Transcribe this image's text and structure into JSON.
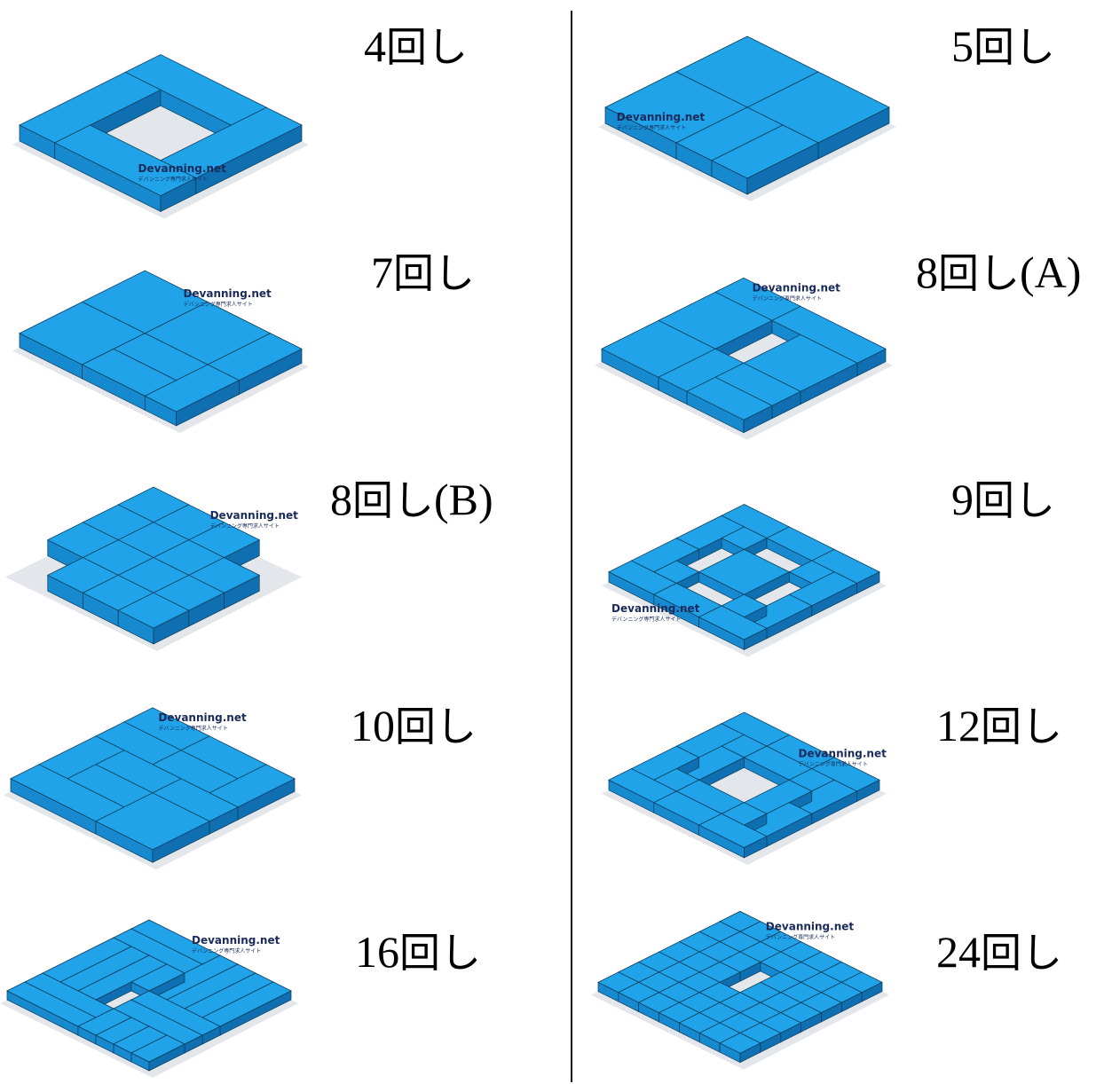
{
  "colors": {
    "top": "#20a3e8",
    "left": "#1689cf",
    "right": "#0f6fb0",
    "edge": "#0b3e5e",
    "shadow": "#e3e6ea",
    "watermark": "#1a2a5a"
  },
  "watermark": {
    "title": "Devanning.net",
    "sub": "デバンニング専門求人サイト"
  },
  "patterns": [
    {
      "id": "p4",
      "label": {
        "num": "4",
        "kanji": "回し",
        "suffix": ""
      },
      "w": 4,
      "d": 4,
      "boxes": [
        [
          0,
          0,
          3,
          1
        ],
        [
          3,
          0,
          1,
          3
        ],
        [
          1,
          3,
          3,
          1
        ],
        [
          0,
          1,
          1,
          3
        ]
      ]
    },
    {
      "id": "p5",
      "label": {
        "num": "5",
        "kanji": "回し",
        "suffix": ""
      },
      "w": 4,
      "d": 4,
      "boxes": [
        [
          0,
          0,
          2,
          2
        ],
        [
          2,
          0,
          2,
          2
        ],
        [
          0,
          2,
          2,
          2
        ],
        [
          2,
          2,
          1,
          2
        ],
        [
          3,
          2,
          1,
          2
        ]
      ]
    },
    {
      "id": "p7",
      "label": {
        "num": "7",
        "kanji": "回し",
        "suffix": ""
      },
      "w": 5,
      "d": 4,
      "boxes": [
        [
          0,
          0,
          2,
          2
        ],
        [
          2,
          0,
          2,
          2
        ],
        [
          4,
          0,
          1,
          2
        ],
        [
          0,
          2,
          2,
          2
        ],
        [
          2,
          2,
          2,
          1
        ],
        [
          2,
          3,
          2,
          1
        ],
        [
          4,
          2,
          1,
          2
        ]
      ]
    },
    {
      "id": "p8a",
      "label": {
        "num": "8",
        "kanji": "回し",
        "suffix": "(A)"
      },
      "w": 5,
      "d": 5,
      "boxes": [
        [
          0,
          0,
          2,
          1
        ],
        [
          2,
          0,
          3,
          1
        ],
        [
          0,
          1,
          2,
          2
        ],
        [
          3,
          1,
          2,
          2
        ],
        [
          0,
          3,
          2,
          2
        ],
        [
          2,
          3,
          1,
          2
        ],
        [
          3,
          3,
          2,
          1
        ],
        [
          3,
          4,
          2,
          1
        ]
      ]
    },
    {
      "id": "p8b",
      "label": {
        "num": "8",
        "kanji": "回し",
        "suffix": "(B)"
      },
      "w": 4,
      "d": 4,
      "boxes": [
        [
          0,
          0,
          1,
          1
        ],
        [
          1,
          0,
          1,
          1
        ],
        [
          2,
          0,
          1,
          1
        ],
        [
          0,
          1,
          1,
          1
        ],
        [
          1,
          1,
          1,
          1
        ],
        [
          2,
          1,
          1,
          1
        ],
        [
          0,
          2,
          1,
          1
        ],
        [
          1,
          2,
          1,
          1
        ],
        [
          2,
          2,
          1,
          1
        ],
        [
          3,
          1,
          1,
          1
        ],
        [
          3,
          2,
          1,
          1
        ],
        [
          1,
          3,
          1,
          1
        ],
        [
          2,
          3,
          1,
          1
        ],
        [
          3,
          3,
          1,
          1
        ]
      ]
    },
    {
      "id": "p9",
      "label": {
        "num": "9",
        "kanji": "回し",
        "suffix": ""
      },
      "w": 6,
      "d": 6,
      "boxes": [
        [
          0,
          0,
          2,
          1
        ],
        [
          2,
          0,
          2,
          1
        ],
        [
          4,
          0,
          2,
          1
        ],
        [
          0,
          1,
          1,
          2
        ],
        [
          5,
          1,
          1,
          2
        ],
        [
          1,
          1,
          1,
          1
        ],
        [
          4,
          1,
          1,
          1
        ],
        [
          2,
          2,
          2,
          2
        ],
        [
          0,
          3,
          1,
          2
        ],
        [
          5,
          3,
          1,
          2
        ],
        [
          1,
          4,
          1,
          1
        ],
        [
          4,
          4,
          1,
          1
        ],
        [
          0,
          5,
          2,
          1
        ],
        [
          2,
          5,
          2,
          1
        ],
        [
          4,
          5,
          2,
          1
        ]
      ]
    },
    {
      "id": "p10",
      "label": {
        "num": "10",
        "kanji": "回し",
        "suffix": ""
      },
      "w": 5,
      "d": 5,
      "boxes": [
        [
          0,
          0,
          2,
          1
        ],
        [
          2,
          0,
          2,
          1
        ],
        [
          4,
          0,
          1,
          2
        ],
        [
          0,
          1,
          2,
          1
        ],
        [
          2,
          1,
          2,
          1
        ],
        [
          0,
          2,
          1,
          2
        ],
        [
          1,
          2,
          2,
          1
        ],
        [
          3,
          2,
          2,
          1
        ],
        [
          1,
          3,
          2,
          1
        ],
        [
          3,
          3,
          2,
          2
        ],
        [
          0,
          4,
          3,
          1
        ]
      ]
    },
    {
      "id": "p12",
      "label": {
        "num": "12",
        "kanji": "回し",
        "suffix": ""
      },
      "w": 6,
      "d": 6,
      "boxes": [
        [
          0,
          0,
          2,
          1
        ],
        [
          2,
          0,
          2,
          1
        ],
        [
          4,
          0,
          2,
          1
        ],
        [
          0,
          1,
          1,
          2
        ],
        [
          1,
          1,
          1,
          1
        ],
        [
          4,
          1,
          1,
          1
        ],
        [
          5,
          1,
          1,
          2
        ],
        [
          1,
          2,
          1,
          2
        ],
        [
          4,
          2,
          1,
          2
        ],
        [
          0,
          3,
          1,
          2
        ],
        [
          5,
          3,
          1,
          2
        ],
        [
          1,
          4,
          1,
          1
        ],
        [
          4,
          4,
          1,
          1
        ],
        [
          0,
          5,
          2,
          1
        ],
        [
          2,
          5,
          2,
          1
        ],
        [
          4,
          5,
          2,
          1
        ],
        [
          2,
          1,
          2,
          1
        ],
        [
          2,
          4,
          2,
          1
        ]
      ]
    },
    {
      "id": "p16",
      "label": {
        "num": "16",
        "kanji": "回し",
        "suffix": ""
      },
      "w": 8,
      "d": 8,
      "boxes": [
        [
          0,
          0,
          4,
          1
        ],
        [
          0,
          1,
          4,
          1
        ],
        [
          4,
          0,
          1,
          4
        ],
        [
          5,
          0,
          1,
          4
        ],
        [
          6,
          0,
          1,
          4
        ],
        [
          7,
          0,
          1,
          4
        ],
        [
          0,
          2,
          1,
          4
        ],
        [
          1,
          2,
          1,
          4
        ],
        [
          2,
          2,
          1,
          4
        ],
        [
          3,
          2,
          1,
          2
        ],
        [
          4,
          4,
          4,
          1
        ],
        [
          4,
          5,
          4,
          1
        ],
        [
          0,
          6,
          4,
          1
        ],
        [
          0,
          7,
          4,
          1
        ],
        [
          4,
          6,
          1,
          2
        ],
        [
          5,
          6,
          1,
          2
        ],
        [
          6,
          6,
          1,
          2
        ],
        [
          7,
          6,
          1,
          2
        ]
      ]
    },
    {
      "id": "p24",
      "label": {
        "num": "24",
        "kanji": "回し",
        "suffix": ""
      },
      "w": 7,
      "d": 7,
      "boxes": [
        [
          0,
          0,
          1,
          1
        ],
        [
          1,
          0,
          1,
          1
        ],
        [
          2,
          0,
          1,
          1
        ],
        [
          3,
          0,
          1,
          1
        ],
        [
          4,
          0,
          1,
          1
        ],
        [
          5,
          0,
          1,
          1
        ],
        [
          6,
          0,
          1,
          1
        ],
        [
          0,
          1,
          1,
          1
        ],
        [
          1,
          1,
          1,
          1
        ],
        [
          2,
          1,
          1,
          1
        ],
        [
          3,
          1,
          1,
          1
        ],
        [
          4,
          1,
          1,
          1
        ],
        [
          5,
          1,
          1,
          1
        ],
        [
          6,
          1,
          1,
          1
        ],
        [
          0,
          2,
          1,
          1
        ],
        [
          1,
          2,
          1,
          1
        ],
        [
          2,
          2,
          1,
          1
        ],
        [
          4,
          2,
          1,
          1
        ],
        [
          5,
          2,
          1,
          1
        ],
        [
          6,
          2,
          1,
          1
        ],
        [
          0,
          3,
          1,
          1
        ],
        [
          1,
          3,
          1,
          1
        ],
        [
          2,
          3,
          1,
          1
        ],
        [
          4,
          3,
          1,
          1
        ],
        [
          5,
          3,
          1,
          1
        ],
        [
          6,
          3,
          1,
          1
        ],
        [
          0,
          4,
          1,
          1
        ],
        [
          1,
          4,
          1,
          1
        ],
        [
          2,
          4,
          1,
          1
        ],
        [
          3,
          4,
          1,
          1
        ],
        [
          4,
          4,
          1,
          1
        ],
        [
          5,
          4,
          1,
          1
        ],
        [
          6,
          4,
          1,
          1
        ],
        [
          0,
          5,
          1,
          1
        ],
        [
          1,
          5,
          1,
          1
        ],
        [
          2,
          5,
          1,
          1
        ],
        [
          3,
          5,
          1,
          1
        ],
        [
          4,
          5,
          1,
          1
        ],
        [
          5,
          5,
          1,
          1
        ],
        [
          6,
          5,
          1,
          1
        ],
        [
          0,
          6,
          1,
          1
        ],
        [
          1,
          6,
          1,
          1
        ],
        [
          2,
          6,
          1,
          1
        ],
        [
          3,
          6,
          1,
          1
        ],
        [
          4,
          6,
          1,
          1
        ],
        [
          5,
          6,
          1,
          1
        ],
        [
          6,
          6,
          1,
          1
        ]
      ]
    }
  ]
}
